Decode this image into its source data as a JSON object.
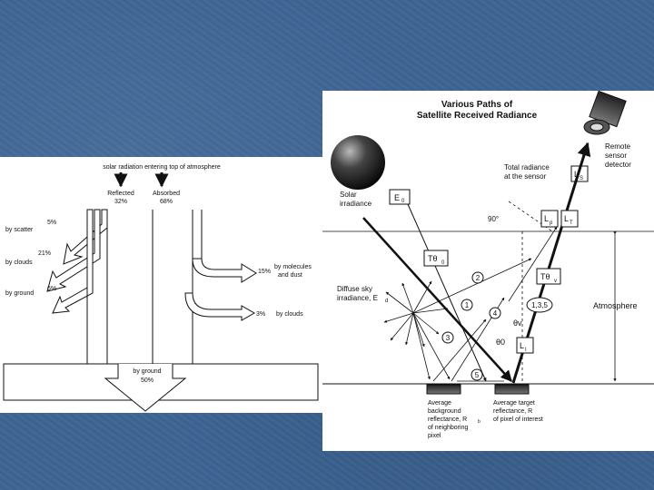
{
  "left_diagram": {
    "top_label": "solar radiation entering top of atmosphere",
    "reflected": {
      "label": "Reflected",
      "value": "32%"
    },
    "absorbed": {
      "label": "Absorbed",
      "value": "68%"
    },
    "scatter": {
      "label": "by scatter",
      "value": "5%"
    },
    "clouds_reflected": {
      "label": "by clouds",
      "value": "21%"
    },
    "ground_reflected": {
      "label": "by ground",
      "value": "6%"
    },
    "molecules": {
      "value": "15%",
      "line1": "by molecules",
      "line2": "and dust"
    },
    "clouds_absorbed": {
      "value": "3%",
      "label": "by clouds"
    },
    "ground_absorbed": {
      "label": "by ground",
      "value": "50%"
    }
  },
  "right_diagram": {
    "title_line1": "Various Paths of",
    "title_line2": "Satellite Received Radiance",
    "remote_sensor": {
      "line1": "Remote",
      "line2": "sensor",
      "line3": "detector"
    },
    "total_radiance": {
      "line1": "Total radiance",
      "line2": "at the sensor"
    },
    "solar_irradiance": {
      "line1": "Solar",
      "line2": "irradiance"
    },
    "diffuse": {
      "line1": "Diffuse sky",
      "line2": "irradiance, E"
    },
    "atmosphere": "Atmosphere",
    "angle_90": "90°",
    "box_labels": {
      "e0": "E",
      "ls": "L",
      "lp": "L",
      "lt": "L",
      "t0": "Tθ",
      "tv": "Tθ",
      "li": "L"
    },
    "path_numbers": [
      "1",
      "2",
      "3",
      "4",
      "5"
    ],
    "path_group": "1,3,5",
    "theta_v": "θv",
    "theta_0": "θ0",
    "avg_background": {
      "line1": "Average",
      "line2": "background",
      "line3": "reflectance, R",
      "line4": "of neighboring",
      "line5": "pixel"
    },
    "avg_target": {
      "line1": "Average target",
      "line2": "reflectance, R",
      "line3": "of pixel of interest"
    }
  }
}
